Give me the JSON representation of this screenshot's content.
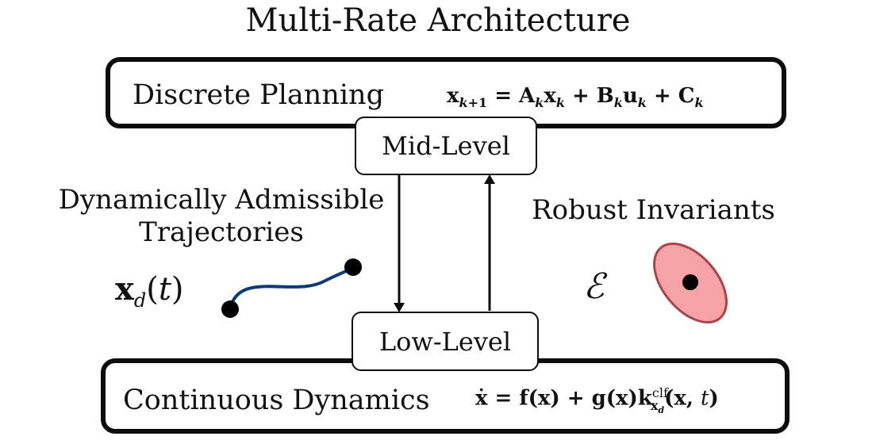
{
  "title": "Multi-Rate Architecture",
  "top_box": {
    "label": "Discrete Planning",
    "equation": "x_{k+1} = A_k x_k + B_k u_k + C_k"
  },
  "bottom_box": {
    "label": "Continuous Dynamics",
    "equation": "ẋ = f(x) + g(x) k^{clf}_{x_d}(x, t)"
  },
  "mid_level": {
    "label": "Mid-Level"
  },
  "low_level": {
    "label": "Low-Level"
  },
  "left_caption": {
    "line1": "Dynamically Admissible",
    "line2": "Trajectories"
  },
  "right_caption": "Robust Invariants",
  "trajectory_symbol": "x_d(t)",
  "invariant_symbol": "ℰ",
  "colors": {
    "trajectory": "#0b3a75",
    "ellipse_fill": "#f5a3a6",
    "ellipse_stroke": "#a94447",
    "border": "#0d0d0d"
  }
}
